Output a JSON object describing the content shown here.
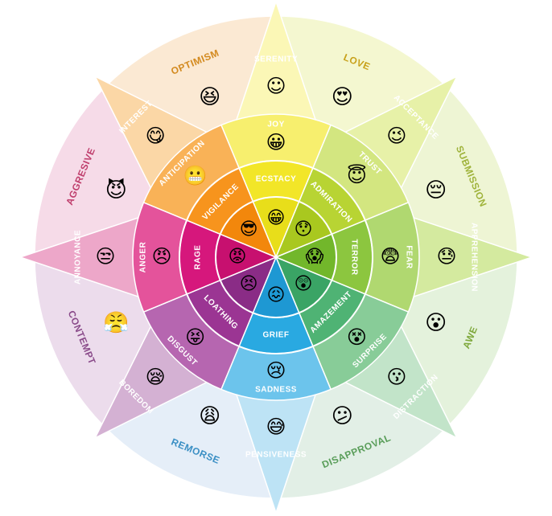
{
  "center": [
    "343",
    "320"
  ],
  "ring_radii": [
    "75",
    "120",
    "178",
    "300"
  ],
  "emotions": [
    {
      "key": "joy",
      "color": "#f2e628",
      "outer": "#fbf7b6",
      "petal": "#f7ef6e",
      "inner": "#e8de1a",
      "outer_label": "Serenity",
      "middle_label": "Joy",
      "inner_label": "Ecstacy",
      "outer_emoji": "☺",
      "middle_emoji": "😀",
      "inner_emoji": "😁"
    },
    {
      "key": "trust",
      "color": "#b8d433",
      "outer": "#e7f1a8",
      "petal": "#d3e680",
      "inner": "#a9c81f",
      "outer_label": "Acceptance",
      "middle_label": "Trust",
      "inner_label": "Admiration",
      "outer_emoji": "😉",
      "middle_emoji": "😇",
      "inner_emoji": "😯"
    },
    {
      "key": "fear",
      "color": "#8cc63f",
      "outer": "#d4ea9f",
      "petal": "#b0d870",
      "inner": "#72b72b",
      "outer_label": "Apprehension",
      "middle_label": "Fear",
      "inner_label": "Terror",
      "outer_emoji": "😓",
      "middle_emoji": "😨",
      "inner_emoji": "😱"
    },
    {
      "key": "surprise",
      "color": "#4fb374",
      "outer": "#c2e4c9",
      "petal": "#88cc98",
      "inner": "#3aa465",
      "outer_label": "Distraction",
      "middle_label": "Surprise",
      "inner_label": "Amazement",
      "outer_emoji": "😗",
      "middle_emoji": "😵",
      "inner_emoji": "😲"
    },
    {
      "key": "sadness",
      "color": "#29a9e1",
      "outer": "#bde3f5",
      "petal": "#6cc4ec",
      "inner": "#1e98d3",
      "outer_label": "Pensiveness",
      "middle_label": "Sadness",
      "inner_label": "Grief",
      "outer_emoji": "😅",
      "middle_emoji": "😢",
      "inner_emoji": "😖"
    },
    {
      "key": "disgust",
      "color": "#9b3593",
      "outer": "#d4b1d3",
      "petal": "#b666b0",
      "inner": "#8a2c86",
      "outer_label": "Boredom",
      "middle_label": "Disgust",
      "inner_label": "Loathing",
      "outer_emoji": "😪",
      "middle_emoji": "😝",
      "inner_emoji": "😣"
    },
    {
      "key": "anger",
      "color": "#d6177c",
      "outer": "#eda7c9",
      "petal": "#e4539b",
      "inner": "#c7106f",
      "outer_label": "Annoyance",
      "middle_label": "Anger",
      "inner_label": "Rage",
      "outer_emoji": "😒",
      "middle_emoji": "😠",
      "inner_emoji": "😡"
    },
    {
      "key": "anticipation",
      "color": "#f7941d",
      "outer": "#fbd7a6",
      "petal": "#f9b257",
      "inner": "#f2870c",
      "outer_label": "Interest",
      "middle_label": "Anticipation",
      "inner_label": "Vigilance",
      "outer_emoji": "😋",
      "middle_emoji": "😬",
      "inner_emoji": "😎"
    }
  ],
  "dyads": [
    {
      "label": "Love",
      "emoji": "😍",
      "color": "#f4f7d0"
    },
    {
      "label": "Submission",
      "emoji": "😔",
      "color": "#eef5d4"
    },
    {
      "label": "Awe",
      "emoji": "😮",
      "color": "#e4f2dc"
    },
    {
      "label": "Disapproval",
      "emoji": "😕",
      "color": "#e2efe6"
    },
    {
      "label": "Remorse",
      "emoji": "😩",
      "color": "#e5eef8"
    },
    {
      "label": "Contempt",
      "emoji": "😤",
      "color": "#ecdcec"
    },
    {
      "label": "Aggresive",
      "emoji": "😈",
      "color": "#f6dbe8"
    },
    {
      "label": "Optimism",
      "emoji": "😆",
      "color": "#fbe9d3"
    }
  ]
}
